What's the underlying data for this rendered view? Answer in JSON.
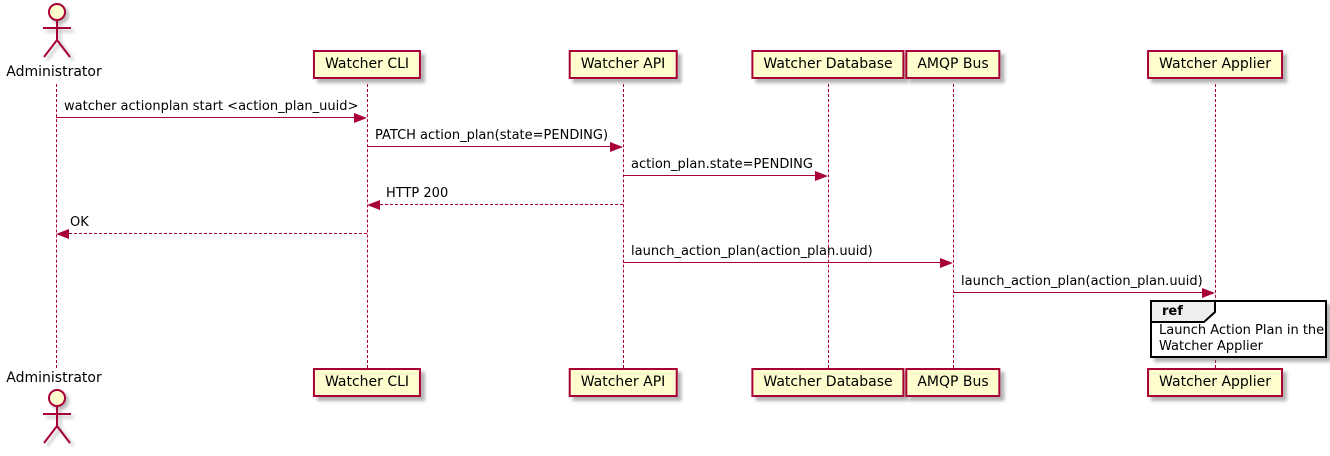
{
  "diagram": {
    "type": "uml-sequence-diagram",
    "actor": {
      "name": "Administrator"
    },
    "participants": [
      {
        "name": "Watcher CLI"
      },
      {
        "name": "Watcher API"
      },
      {
        "name": "Watcher Database"
      },
      {
        "name": "AMQP Bus"
      },
      {
        "name": "Watcher Applier"
      }
    ],
    "messages": [
      {
        "from": "Administrator",
        "to": "Watcher CLI",
        "text": "watcher actionplan start <action_plan_uuid>",
        "line": "solid",
        "direction": "right"
      },
      {
        "from": "Watcher CLI",
        "to": "Watcher API",
        "text": "PATCH action_plan(state=PENDING)",
        "line": "solid",
        "direction": "right"
      },
      {
        "from": "Watcher API",
        "to": "Watcher Database",
        "text": "action_plan.state=PENDING",
        "line": "solid",
        "direction": "right"
      },
      {
        "from": "Watcher API",
        "to": "Watcher CLI",
        "text": "HTTP 200",
        "line": "dashed",
        "direction": "left"
      },
      {
        "from": "Watcher CLI",
        "to": "Administrator",
        "text": "OK",
        "line": "dashed",
        "direction": "left"
      },
      {
        "from": "Watcher API",
        "to": "AMQP Bus",
        "text": "launch_action_plan(action_plan.uuid)",
        "line": "solid",
        "direction": "right"
      },
      {
        "from": "AMQP Bus",
        "to": "Watcher Applier",
        "text": "launch_action_plan(action_plan.uuid)",
        "line": "solid",
        "direction": "right"
      }
    ],
    "ref": {
      "keyword": "ref",
      "line1": "Launch Action Plan in the",
      "line2": "Watcher Applier"
    },
    "colors": {
      "participant_fill": "#FEFECE",
      "stroke": "#A80036",
      "text": "#000000",
      "ref_header_fill": "#EEEEEE",
      "ref_border": "#000000",
      "background": "#FFFFFF"
    }
  }
}
